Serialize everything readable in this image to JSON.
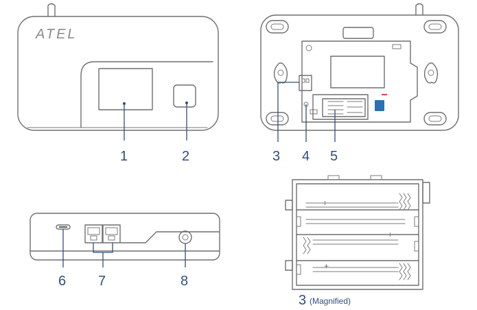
{
  "brand": "ATEL",
  "callouts": {
    "c1": "1",
    "c2": "2",
    "c3": "3",
    "c4": "4",
    "c5": "5",
    "c6": "6",
    "c7": "7",
    "c8": "8"
  },
  "magnified": {
    "number": "3",
    "note": "(Magnified)"
  },
  "colors": {
    "outline": "#6e6e6e",
    "callout": "#2f4f7c",
    "sim_card": "#2c6fb3",
    "sim_arrow": "#d9443a"
  }
}
